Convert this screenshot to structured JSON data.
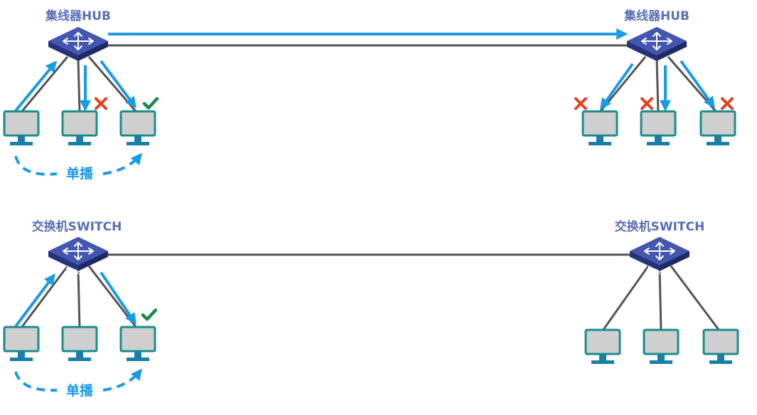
{
  "labels": {
    "hub_left": "集线器HUB",
    "hub_right": "集线器HUB",
    "switch_left": "交换机SWITCH",
    "switch_right": "交换机SWITCH",
    "unicast_top": "单播",
    "unicast_bottom": "单播",
    "switch_badge": "SWITCH"
  },
  "colors": {
    "arrow": "#1a9be6",
    "line": "#555555",
    "device": "#3b4a9e",
    "monitor_border": "#1a8f8f",
    "monitor_screen": "#c8c8c8",
    "cross": "#e8401f",
    "check": "#1a8a4a"
  },
  "icons": [
    "hub-icon",
    "switch-icon",
    "monitor-icon",
    "cross-icon",
    "check-icon"
  ]
}
